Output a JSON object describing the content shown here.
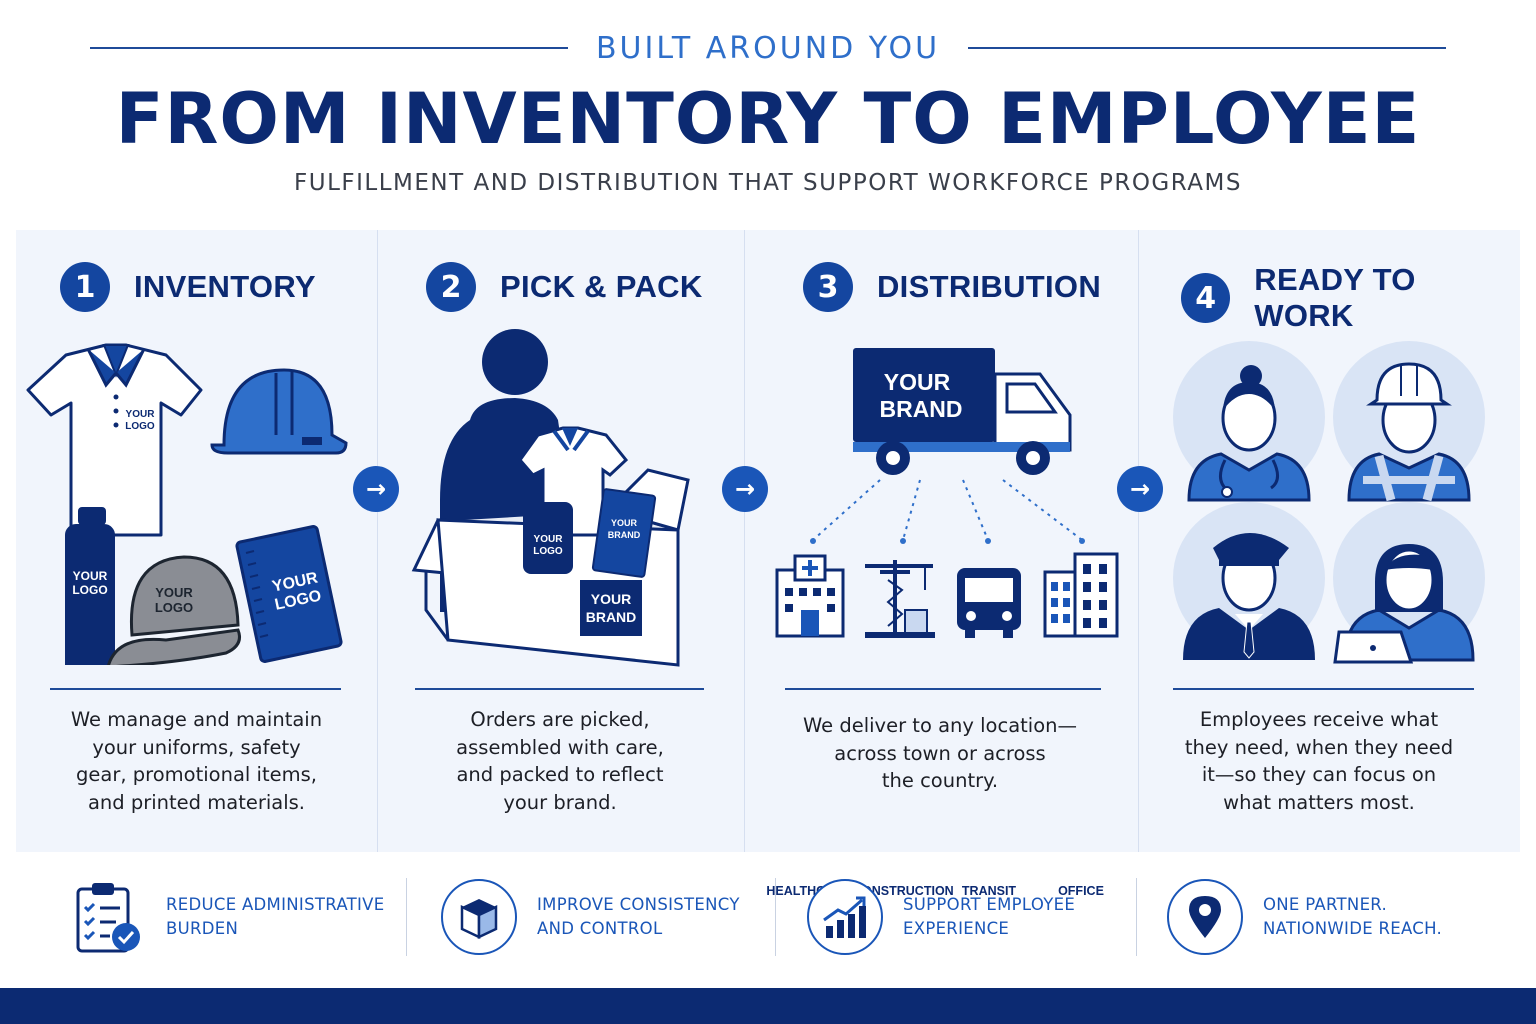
{
  "header": {
    "eyebrow": "BUILT AROUND YOU",
    "title": "FROM INVENTORY TO EMPLOYEE",
    "subtitle": "FULFILLMENT AND DISTRIBUTION THAT SUPPORT WORKFORCE PROGRAMS"
  },
  "steps": [
    {
      "number": "1",
      "title": "INVENTORY",
      "desc_lines": [
        "We manage and maintain",
        "your uniforms, safety",
        "gear, promotional items,",
        "and printed materials."
      ],
      "icons": [
        "polo-shirt-icon",
        "hard-hat-icon",
        "water-bottle-icon",
        "cap-icon",
        "notebook-icon"
      ]
    },
    {
      "number": "2",
      "title": "PICK & PACK",
      "desc_lines": [
        "Orders are picked,",
        "assembled with care,",
        "and packed to reflect",
        "your brand."
      ],
      "icons": [
        "person-packing-icon",
        "box-icon"
      ]
    },
    {
      "number": "3",
      "title": "DISTRIBUTION",
      "desc_lines": [
        "We deliver to any location—",
        "across town or across",
        "the country."
      ],
      "icons": [
        "truck-icon",
        "hospital-icon",
        "crane-icon",
        "bus-icon",
        "office-building-icon"
      ]
    },
    {
      "number": "4",
      "title": "READY TO WORK",
      "desc_lines": [
        "Employees receive what",
        "they need, when they need",
        "it—so they can focus on",
        "what matters most."
      ],
      "icons": [
        "nurse-icon",
        "construction-worker-icon",
        "pilot-icon",
        "office-worker-icon"
      ]
    }
  ],
  "labels": {
    "your_logo_line1": "YOUR",
    "your_logo_line2": "LOGO",
    "your_brand_line1": "YOUR",
    "your_brand_line2": "BRAND"
  },
  "sectors": [
    "HEALTHCARE",
    "CONSTRUCTION",
    "TRANSIT",
    "OFFICE"
  ],
  "benefits": [
    {
      "label_lines": [
        "REDUCE ADMINISTRATIVE",
        "BURDEN"
      ],
      "icon": "checklist-icon"
    },
    {
      "label_lines": [
        "IMPROVE CONSISTENCY",
        "AND CONTROL"
      ],
      "icon": "box-icon"
    },
    {
      "label_lines": [
        "SUPPORT EMPLOYEE",
        "EXPERIENCE"
      ],
      "icon": "growth-chart-icon"
    },
    {
      "label_lines": [
        "ONE PARTNER.",
        "NATIONWIDE REACH."
      ],
      "icon": "location-pin-icon"
    }
  ],
  "colors": {
    "navy": "#0c2a72",
    "blue": "#1a56b8",
    "light_blue": "#3a78d4",
    "panel": "#f1f5fc"
  }
}
